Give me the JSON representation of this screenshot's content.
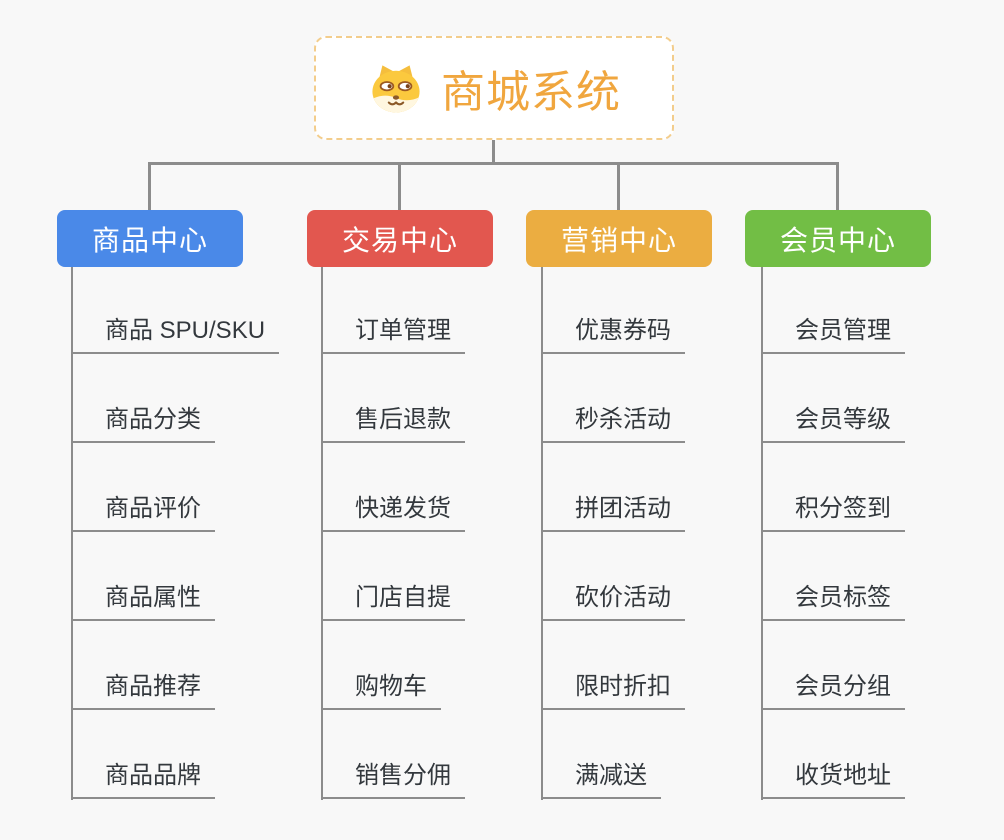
{
  "app": {
    "background_color": "#F8F8F8",
    "connector_color": "#8C8C8C"
  },
  "root": {
    "title": "商城系统",
    "icon": "dog-face-icon",
    "text_color": "#F0A63E",
    "border_color": "#F3CD8C",
    "fill_color": "#FFFFFF"
  },
  "branches": [
    {
      "label": "商品中心",
      "color": "#4A89E8",
      "children": [
        "商品 SPU/SKU",
        "商品分类",
        "商品评价",
        "商品属性",
        "商品推荐",
        "商品品牌"
      ]
    },
    {
      "label": "交易中心",
      "color": "#E2574F",
      "children": [
        "订单管理",
        "售后退款",
        "快递发货",
        "门店自提",
        "购物车",
        "销售分佣"
      ]
    },
    {
      "label": "营销中心",
      "color": "#EBAD41",
      "children": [
        "优惠券码",
        "秒杀活动",
        "拼团活动",
        "砍价活动",
        "限时折扣",
        "满减送"
      ]
    },
    {
      "label": "会员中心",
      "color": "#72BE45",
      "children": [
        "会员管理",
        "会员等级",
        "积分签到",
        "会员标签",
        "会员分组",
        "收货地址"
      ]
    }
  ]
}
